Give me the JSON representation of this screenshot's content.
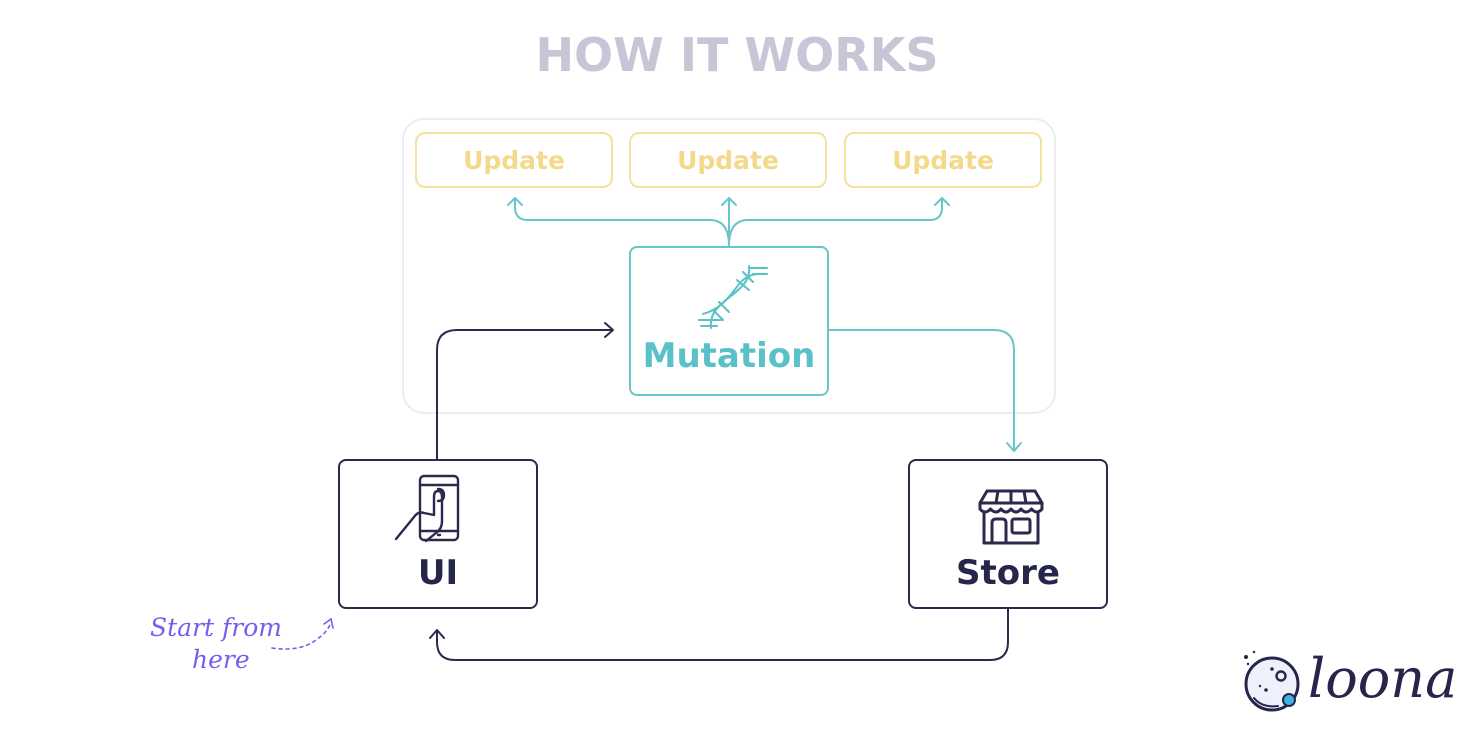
{
  "title": "HOW IT WORKS",
  "updates": [
    "Update",
    "Update",
    "Update"
  ],
  "mutation": {
    "label": "Mutation",
    "icon": "dna-icon"
  },
  "ui_node": {
    "label": "UI",
    "icon": "touch-phone-icon"
  },
  "store_node": {
    "label": "Store",
    "icon": "storefront-icon"
  },
  "note": {
    "line1": "Start from",
    "line2": "here"
  },
  "logo": {
    "text": "loona."
  },
  "colors": {
    "title": "#c7c6d6",
    "update": "#f4d98a",
    "teal": "#5bc1c8",
    "navy": "#26254a",
    "note": "#7b5cf0",
    "group_border": "#ececf1"
  }
}
